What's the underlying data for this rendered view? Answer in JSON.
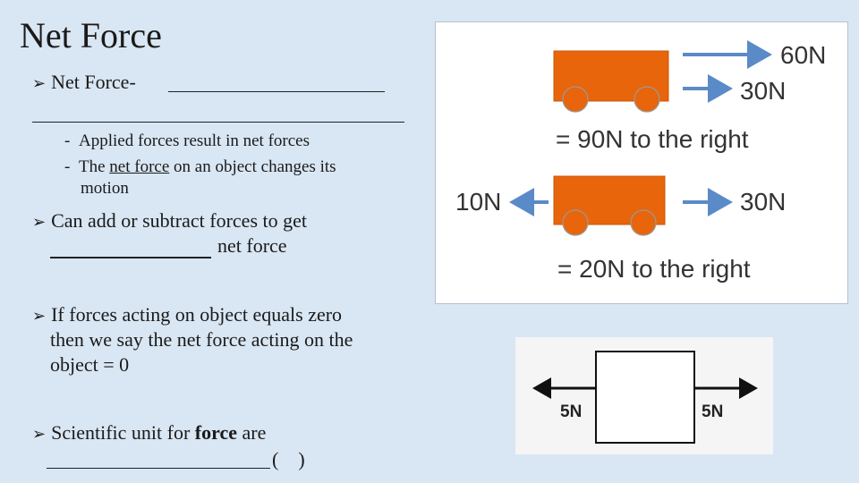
{
  "title": "Net Force",
  "bullets": {
    "b1_label": "Net Force-",
    "sub1": "Applied forces result in net forces",
    "sub2_pre": "The ",
    "sub2_u": "net force",
    "sub2_post": " on an object changes its",
    "sub2_cont": "motion",
    "b2_line1": "Can add or subtract forces to get",
    "b2_line2": "net force",
    "b3_line1": "If forces acting on object equals zero",
    "b3_line2": "then we say the net force acting on the",
    "b3_line3": "object = 0",
    "b4_pre": "Scientific unit for ",
    "b4_bold": "force",
    "b4_post": " are",
    "b4_parens": "(    )"
  },
  "diagram1": {
    "top_f1": "60N",
    "top_f2": "30N",
    "top_result": "= 90N to the right",
    "bot_left": "10N",
    "bot_right": "30N",
    "bot_result": "= 20N to the right",
    "cart_color": "#e8650c",
    "arrow_color": "#5b8ac8"
  },
  "diagram2": {
    "left_label": "5N",
    "right_label": "5N"
  }
}
